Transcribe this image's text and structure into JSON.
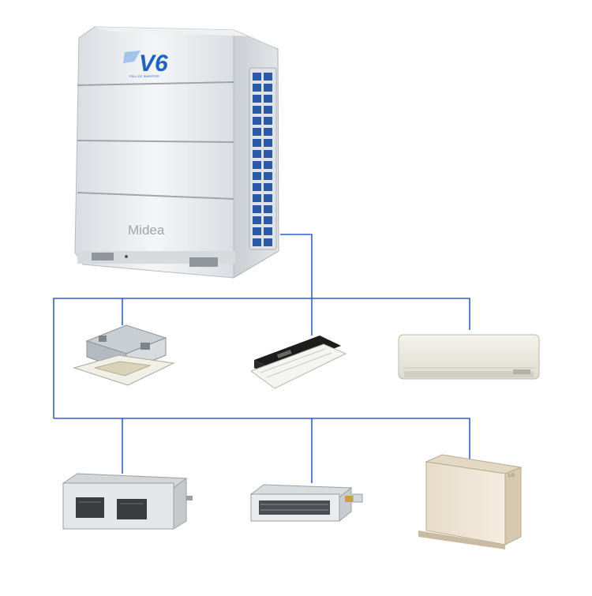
{
  "outdoor_unit": {
    "series_badge": "V6",
    "badge_subtext": "FULL DC INVERTER",
    "brand": "Midea"
  },
  "indoor_units": [
    {
      "type": "four-way-cassette"
    },
    {
      "type": "one-way-cassette"
    },
    {
      "type": "wall-mounted"
    },
    {
      "type": "high-static-duct"
    },
    {
      "type": "slim-duct"
    },
    {
      "type": "floor-standing",
      "marking": "LG"
    }
  ],
  "colors": {
    "pipe_line": "#2f5fd6",
    "unit_body": "#e4e7ea",
    "unit_shadow": "#b9bec4",
    "grille": "#2b5aa8",
    "badge_blue": "#1a63c8",
    "floor_unit": "#ece3d2"
  }
}
